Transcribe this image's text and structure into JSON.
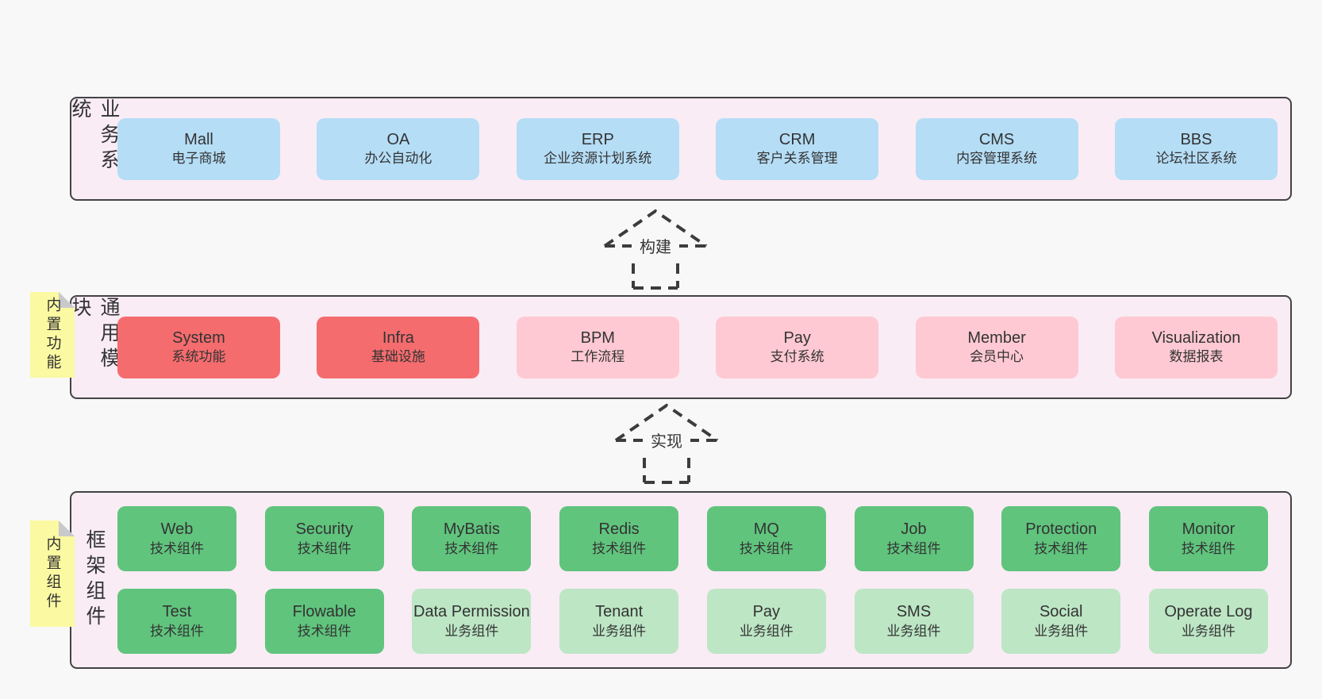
{
  "colors": {
    "page_bg": "#f8f8f8",
    "panel_bg": "#f9ecf5",
    "panel_border": "#434343",
    "box_blue": "#b5ddf6",
    "box_red": "#f56c6e",
    "box_pink": "#fec9d2",
    "box_green": "#60c47d",
    "box_lightgreen": "#bde6c5",
    "tag_yellow": "#fbf9a2",
    "tag_fold_gray": "#c9c9cc",
    "text": "#333333"
  },
  "arrows": [
    {
      "label": "构建"
    },
    {
      "label": "实现"
    }
  ],
  "layers": {
    "business": {
      "label": "业务系统",
      "boxes": [
        {
          "name": "Mall",
          "desc": "电子商城"
        },
        {
          "name": "OA",
          "desc": "办公自动化"
        },
        {
          "name": "ERP",
          "desc": "企业资源计划系统"
        },
        {
          "name": "CRM",
          "desc": "客户关系管理"
        },
        {
          "name": "CMS",
          "desc": "内容管理系统"
        },
        {
          "name": "BBS",
          "desc": "论坛社区系统"
        }
      ]
    },
    "modules": {
      "label": "通用模块",
      "tag": "内置功能",
      "boxes": [
        {
          "name": "System",
          "desc": "系统功能"
        },
        {
          "name": "Infra",
          "desc": "基础设施"
        },
        {
          "name": "BPM",
          "desc": "工作流程"
        },
        {
          "name": "Pay",
          "desc": "支付系统"
        },
        {
          "name": "Member",
          "desc": "会员中心"
        },
        {
          "name": "Visualization",
          "desc": "数据报表"
        }
      ]
    },
    "components": {
      "label": "框架组件",
      "tag": "内置组件",
      "rows": [
        [
          {
            "name": "Web",
            "desc": "技术组件"
          },
          {
            "name": "Security",
            "desc": "技术组件"
          },
          {
            "name": "MyBatis",
            "desc": "技术组件"
          },
          {
            "name": "Redis",
            "desc": "技术组件"
          },
          {
            "name": "MQ",
            "desc": "技术组件"
          },
          {
            "name": "Job",
            "desc": "技术组件"
          },
          {
            "name": "Protection",
            "desc": "技术组件"
          },
          {
            "name": "Monitor",
            "desc": "技术组件"
          }
        ],
        [
          {
            "name": "Test",
            "desc": "技术组件"
          },
          {
            "name": "Flowable",
            "desc": "技术组件"
          },
          {
            "name": "Data Permission",
            "desc": "业务组件"
          },
          {
            "name": "Tenant",
            "desc": "业务组件"
          },
          {
            "name": "Pay",
            "desc": "业务组件"
          },
          {
            "name": "SMS",
            "desc": "业务组件"
          },
          {
            "name": "Social",
            "desc": "业务组件"
          },
          {
            "name": "Operate Log",
            "desc": "业务组件"
          }
        ]
      ]
    }
  }
}
